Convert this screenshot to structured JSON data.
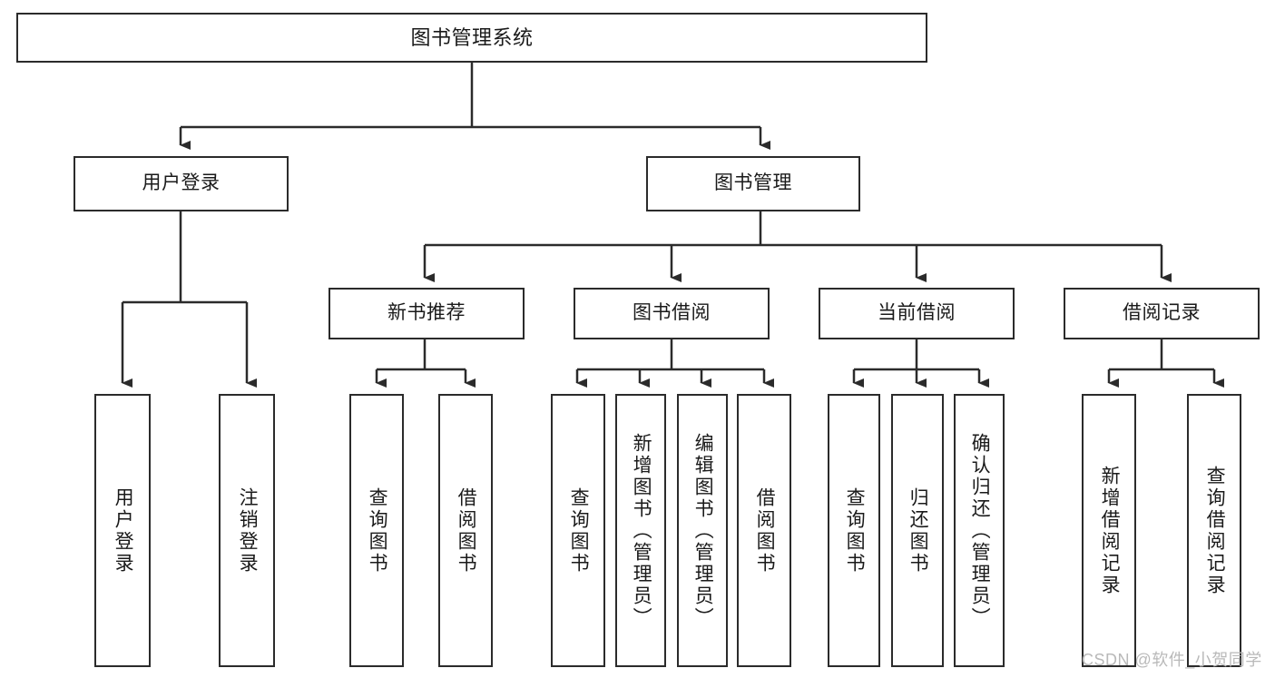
{
  "diagram": {
    "title": "图书管理系统",
    "type": "tree-hierarchy-chart",
    "orientation": "top-down",
    "colors": {
      "box_border": "#2b2b2b",
      "box_fill": "#ffffff",
      "edge": "#2b2b2b",
      "text": "#1a1a1a",
      "watermark": "#b9b9b9",
      "background": "#ffffff"
    },
    "nodes": {
      "root": {
        "label": "图书管理系统"
      },
      "level2": [
        {
          "label": "用户登录"
        },
        {
          "label": "图书管理"
        }
      ],
      "level3": [
        {
          "label": "新书推荐"
        },
        {
          "label": "图书借阅"
        },
        {
          "label": "当前借阅"
        },
        {
          "label": "借阅记录"
        }
      ],
      "leaves_user_login": [
        {
          "label": "用户登录"
        },
        {
          "label": "注销登录"
        }
      ],
      "leaves_new_book": [
        {
          "label": "查询图书"
        },
        {
          "label": "借阅图书"
        }
      ],
      "leaves_borrow": [
        {
          "label": "查询图书"
        },
        {
          "label": "新增图书（管理员）"
        },
        {
          "label": "编辑图书（管理员）"
        },
        {
          "label": "借阅图书"
        }
      ],
      "leaves_current": [
        {
          "label": "查询图书"
        },
        {
          "label": "归还图书"
        },
        {
          "label": "确认归还（管理员）"
        }
      ],
      "leaves_records": [
        {
          "label": "新增借阅记录"
        },
        {
          "label": "查询借阅记录"
        }
      ]
    },
    "watermark": "CSDN @软件_小贺同学"
  }
}
